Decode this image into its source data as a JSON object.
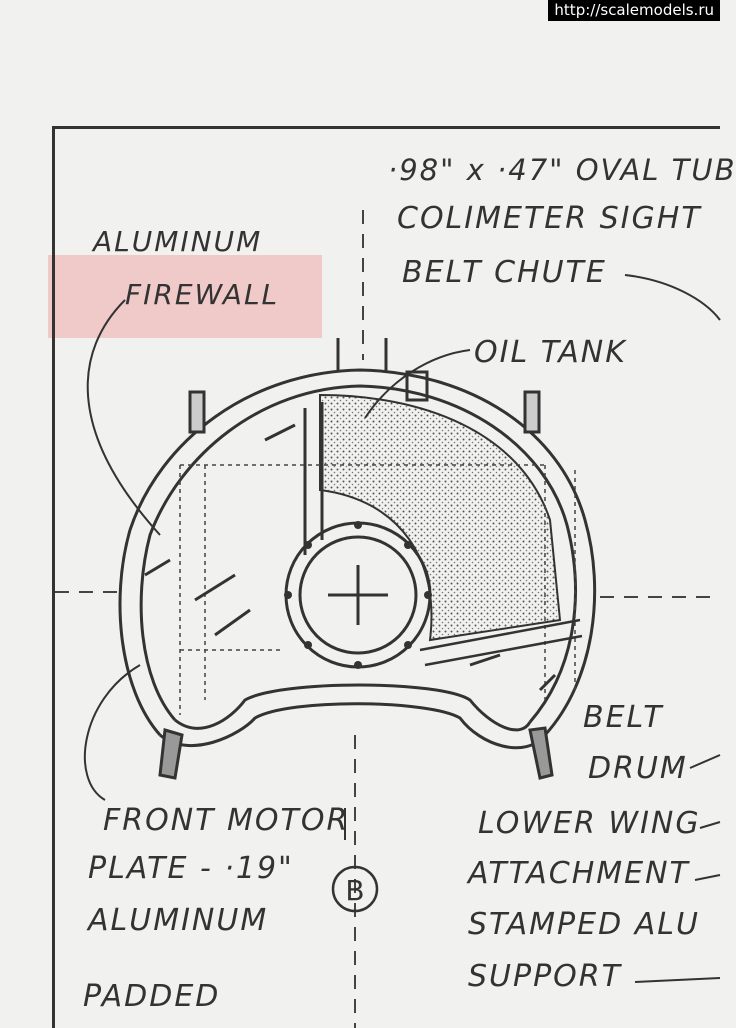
{
  "watermark": "http://scalemodels.ru",
  "labels": {
    "oval_tube": "·98\" x ·47\" OVAL TUB",
    "colimeter_sight": "COLIMETER SIGHT",
    "belt_chute": "BELT CHUTE",
    "aluminum": "ALUMINUM",
    "firewall": "FIREWALL",
    "oil_tank": "OIL TANK",
    "belt": "BELT",
    "drum": "DRUM",
    "front_motor": "FRONT MOTOR",
    "plate": "PLATE - ·19\"",
    "aluminum_2": "ALUMINUM",
    "view_letter": "B",
    "lower_wing": "LOWER WING",
    "attachment": "ATTACHMENT",
    "stamped": "STAMPED ALU",
    "support": "SUPPORT",
    "padded": "PADDED"
  },
  "colors": {
    "ink": "#333333",
    "paper": "#f1f1ef",
    "highlight": "#ecaaaa"
  }
}
